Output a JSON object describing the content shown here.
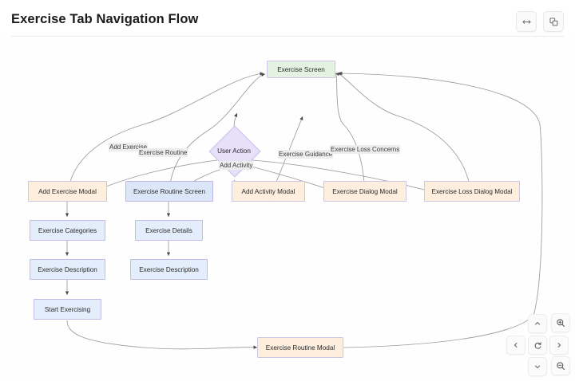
{
  "header": {
    "title": "Exercise Tab Navigation Flow"
  },
  "toolbar": {
    "fit_width_label": "fit-width",
    "duplicate_label": "duplicate",
    "icons": {
      "fit_width": "arrows-horizontal-icon",
      "duplicate": "copy-icon"
    }
  },
  "controls": {
    "pan_up": "pan-up",
    "pan_down": "pan-down",
    "pan_left": "pan-left",
    "pan_right": "pan-right",
    "reset": "reset-view",
    "zoom_in": "zoom-in",
    "zoom_out": "zoom-out"
  },
  "diagram": {
    "nodes": [
      {
        "id": "exercise-screen",
        "label": "Exercise Screen",
        "shape": "rect",
        "color": "green"
      },
      {
        "id": "user-action",
        "label": "User Action",
        "shape": "diamond",
        "color": "purple"
      },
      {
        "id": "add-exercise-modal",
        "label": "Add Exercise Modal",
        "shape": "rect",
        "color": "orange"
      },
      {
        "id": "exercise-routine-screen",
        "label": "Exercise Routine Screen",
        "shape": "rect",
        "color": "blue"
      },
      {
        "id": "add-activity-modal",
        "label": "Add Activity Modal",
        "shape": "rect",
        "color": "orange"
      },
      {
        "id": "exercise-dialog-modal",
        "label": "Exercise Dialog Modal",
        "shape": "rect",
        "color": "orange"
      },
      {
        "id": "exercise-loss-dialog-modal",
        "label": "Exercise Loss Dialog Modal",
        "shape": "rect",
        "color": "orange"
      },
      {
        "id": "exercise-categories",
        "label": "Exercise Categories",
        "shape": "rect",
        "color": "blue-light"
      },
      {
        "id": "exercise-description-1",
        "label": "Exercise Description",
        "shape": "rect",
        "color": "blue-light"
      },
      {
        "id": "start-exercising",
        "label": "Start Exercising",
        "shape": "rect",
        "color": "blue-light"
      },
      {
        "id": "exercise-details",
        "label": "Exercise Details",
        "shape": "rect",
        "color": "blue-light"
      },
      {
        "id": "exercise-description-2",
        "label": "Exercise Description",
        "shape": "rect",
        "color": "blue-light"
      },
      {
        "id": "exercise-routine-modal",
        "label": "Exercise Routine Modal",
        "shape": "rect",
        "color": "orange"
      }
    ],
    "edge_labels": [
      {
        "id": "add-exercise",
        "label": "Add Exercise"
      },
      {
        "id": "exercise-routine",
        "label": "Exercise Routine"
      },
      {
        "id": "add-activity",
        "label": "Add Activity"
      },
      {
        "id": "exercise-guidance",
        "label": "Exercise Guidance"
      },
      {
        "id": "exercise-loss-concerns",
        "label": "Exercise Loss Concerns"
      }
    ],
    "colors": {
      "green_fill": "#e3f2e1",
      "blue_fill": "#dbe7f8",
      "blue_light_fill": "#e4edfb",
      "orange_fill": "#fdeedd",
      "purple_fill": "#e6e0f8",
      "node_border": "#cfc6e8",
      "edge_stroke": "#999999",
      "label_bg": "#ededed"
    }
  }
}
